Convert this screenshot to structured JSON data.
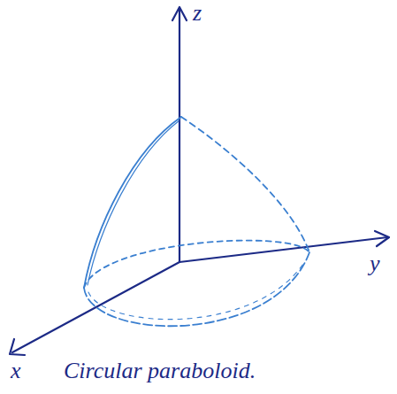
{
  "diagram": {
    "caption": "Circular paraboloid.",
    "labels": [
      "z",
      "y",
      "x"
    ]
  }
}
